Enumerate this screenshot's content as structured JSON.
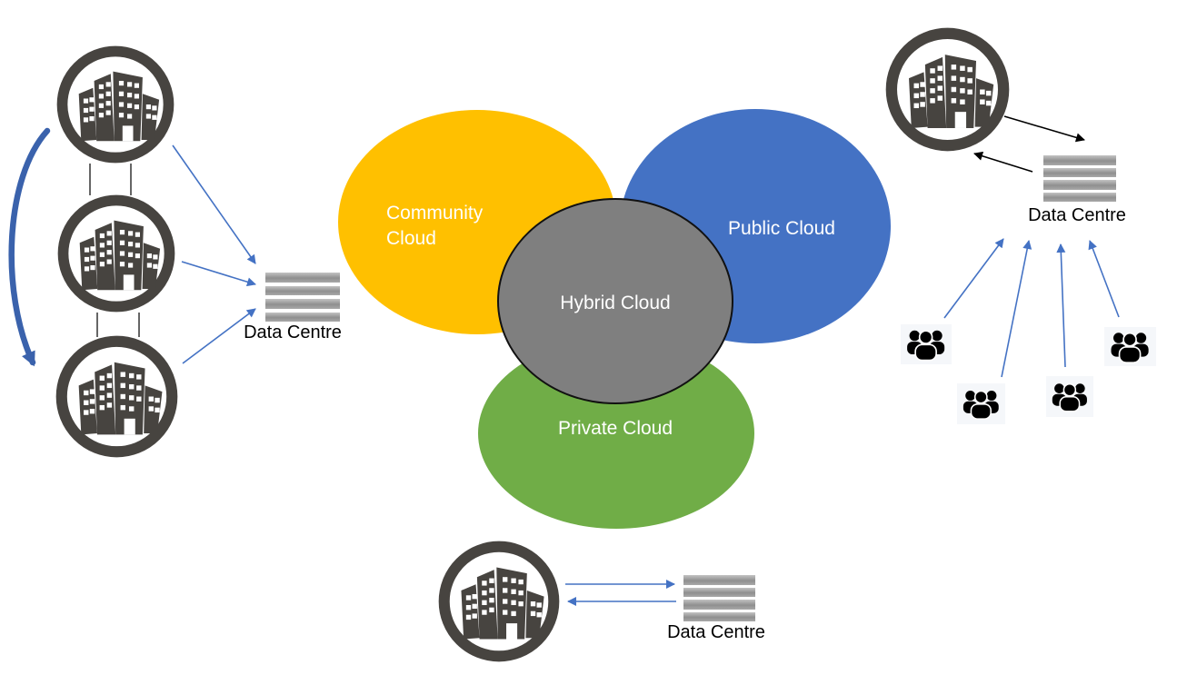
{
  "venn": {
    "community": {
      "label": "Community Cloud",
      "fill": "#FFC000",
      "text_color": "#FFFFFF"
    },
    "public": {
      "label": "Public Cloud",
      "fill": "#4472C4",
      "text_color": "#FFFFFF"
    },
    "private": {
      "label": "Private Cloud",
      "fill": "#70AD47",
      "text_color": "#FFFFFF"
    },
    "hybrid": {
      "label": "Hybrid Cloud",
      "fill": "#7F7F7F",
      "outline": "#000000",
      "text_color": "#FFFFFF"
    }
  },
  "community_side": {
    "data_centre_label": "Data Centre",
    "organization_count": 3,
    "arrow_color": "#4472C4",
    "loop_arrow_color": "#3A62AC",
    "pair_link_color": "#000000",
    "icons": {
      "organization": "organization-buildings-icon",
      "data_centre": "data-centre-stack-icon"
    }
  },
  "public_side": {
    "data_centre_label": "Data Centre",
    "organization_count": 1,
    "user_group_count": 4,
    "org_arrow_color": "#000000",
    "user_arrow_color": "#4472C4",
    "icons": {
      "organization": "organization-buildings-icon",
      "data_centre": "data-centre-stack-icon",
      "users": "users-group-icon"
    }
  },
  "private_side": {
    "data_centre_label": "Data Centre",
    "organization_count": 1,
    "arrow_color": "#4472C4",
    "icons": {
      "organization": "organization-buildings-icon",
      "data_centre": "data-centre-stack-icon"
    }
  },
  "icon_palette": {
    "organization": "#474440",
    "users": "#000000",
    "data_centre_bar": "#A6A6A6"
  },
  "background": "#FFFFFF"
}
